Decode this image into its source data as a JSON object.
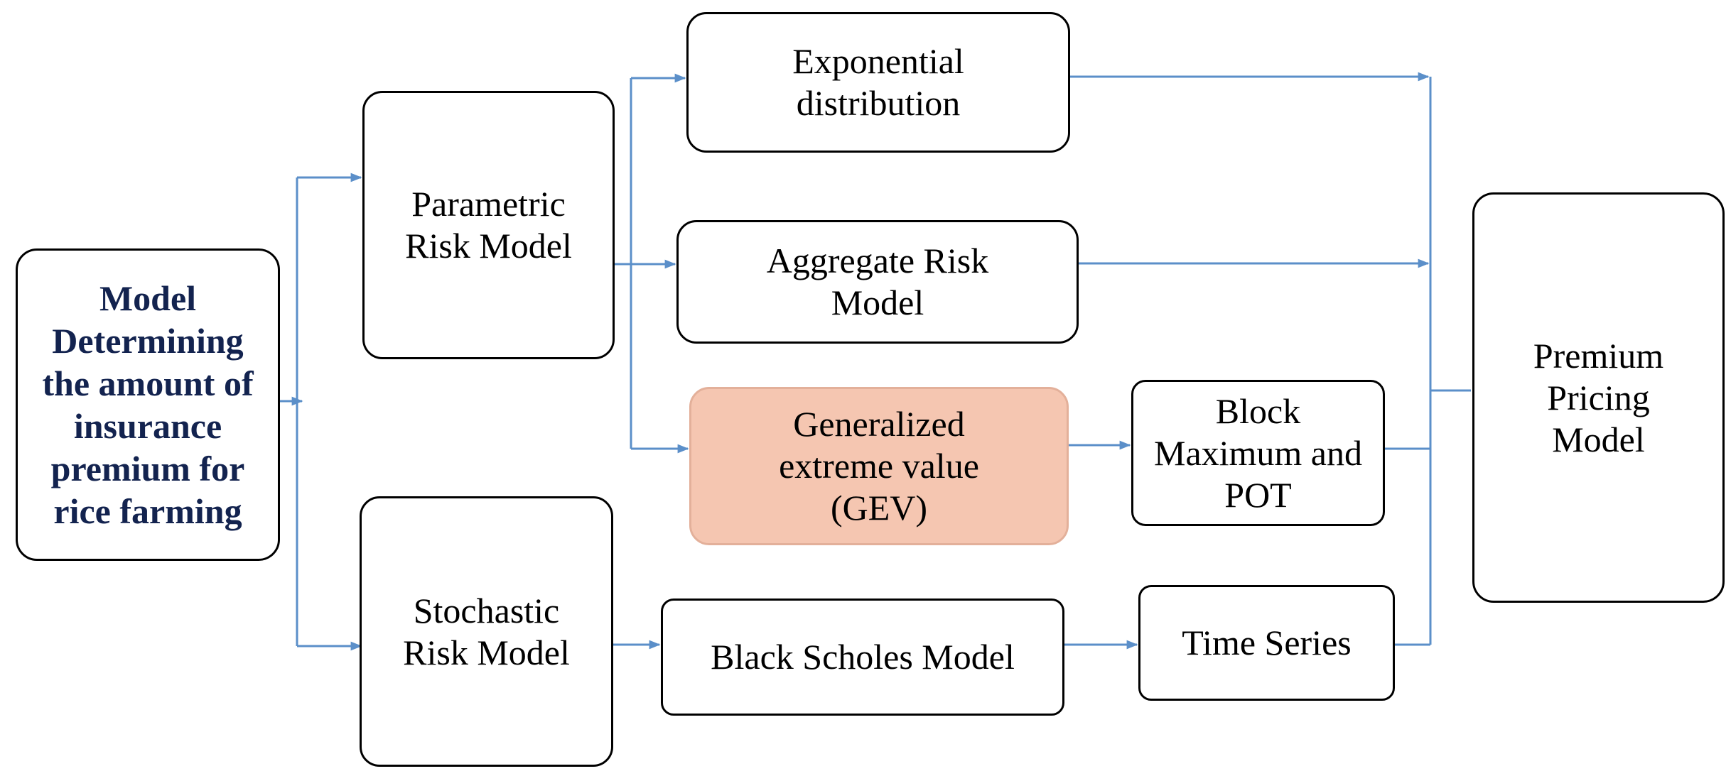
{
  "diagram": {
    "nodes": {
      "root": "Model Determining the amount of insurance premium for rice farming",
      "parametric": "Parametric Risk Model",
      "stochastic": "Stochastic Risk Model",
      "exponential": "Exponential distribution",
      "aggregate": "Aggregate Risk Model",
      "gev": "Generalized extreme value (GEV)",
      "block_max": "Block Maximum and POT",
      "black_scholes": "Black Scholes Model",
      "time_series": "Time Series",
      "premium": "Premium Pricing Model"
    },
    "edges": [
      {
        "from": "root",
        "to": "parametric"
      },
      {
        "from": "root",
        "to": "stochastic"
      },
      {
        "from": "parametric",
        "to": "exponential"
      },
      {
        "from": "parametric",
        "to": "aggregate"
      },
      {
        "from": "parametric",
        "to": "gev"
      },
      {
        "from": "gev",
        "to": "block_max"
      },
      {
        "from": "stochastic",
        "to": "black_scholes"
      },
      {
        "from": "black_scholes",
        "to": "time_series"
      },
      {
        "from": "exponential",
        "to": "premium"
      },
      {
        "from": "aggregate",
        "to": "premium"
      },
      {
        "from": "block_max",
        "to": "premium"
      },
      {
        "from": "time_series",
        "to": "premium"
      }
    ],
    "colors": {
      "connector": "#5b8fc9",
      "highlight_fill": "#f5c6b1",
      "title_text": "#13234f"
    }
  }
}
